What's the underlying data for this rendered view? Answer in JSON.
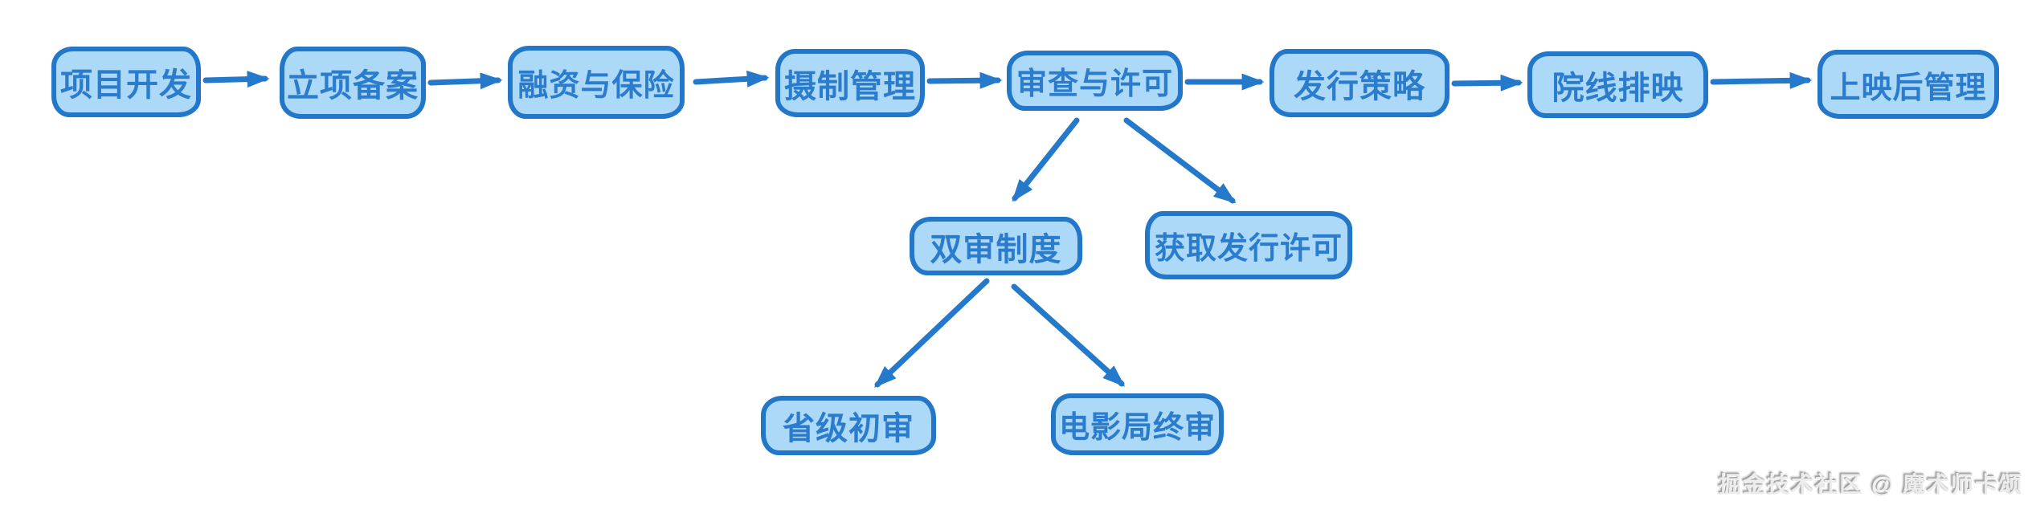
{
  "colors": {
    "node_fill": "#abd9f7",
    "node_border": "#2277c8",
    "node_text": "#2b7ccd",
    "arrow": "#2579ca",
    "page_bg": "#ffffff",
    "watermark_fill": "#ececec",
    "watermark_shadow": "#9e9e9e"
  },
  "watermark": {
    "text": "掘金技术社区 @ 魔术师卡颂"
  },
  "diagram": {
    "type": "flowchart",
    "direction": "left-to-right",
    "nodes": [
      {
        "id": "project-development",
        "label": "项目开发"
      },
      {
        "id": "project-filing",
        "label": "立项备案"
      },
      {
        "id": "financing-insurance",
        "label": "融资与保险"
      },
      {
        "id": "production-management",
        "label": "摄制管理"
      },
      {
        "id": "review-licensing",
        "label": "审查与许可"
      },
      {
        "id": "distribution-strategy",
        "label": "发行策略"
      },
      {
        "id": "cinema-scheduling",
        "label": "院线排映"
      },
      {
        "id": "post-release-management",
        "label": "上映后管理"
      },
      {
        "id": "dual-review-system",
        "label": "双审制度"
      },
      {
        "id": "obtain-distribution-license",
        "label": "获取发行许可"
      },
      {
        "id": "provincial-preliminary-review",
        "label": "省级初审"
      },
      {
        "id": "film-bureau-final-review",
        "label": "电影局终审"
      }
    ],
    "edges": [
      {
        "from": "项目开发",
        "to": "立项备案"
      },
      {
        "from": "立项备案",
        "to": "融资与保险"
      },
      {
        "from": "融资与保险",
        "to": "摄制管理"
      },
      {
        "from": "摄制管理",
        "to": "审查与许可"
      },
      {
        "from": "审查与许可",
        "to": "发行策略"
      },
      {
        "from": "发行策略",
        "to": "院线排映"
      },
      {
        "from": "院线排映",
        "to": "上映后管理"
      },
      {
        "from": "审查与许可",
        "to": "双审制度"
      },
      {
        "from": "审查与许可",
        "to": "获取发行许可"
      },
      {
        "from": "双审制度",
        "to": "省级初审"
      },
      {
        "from": "双审制度",
        "to": "电影局终审"
      }
    ]
  }
}
